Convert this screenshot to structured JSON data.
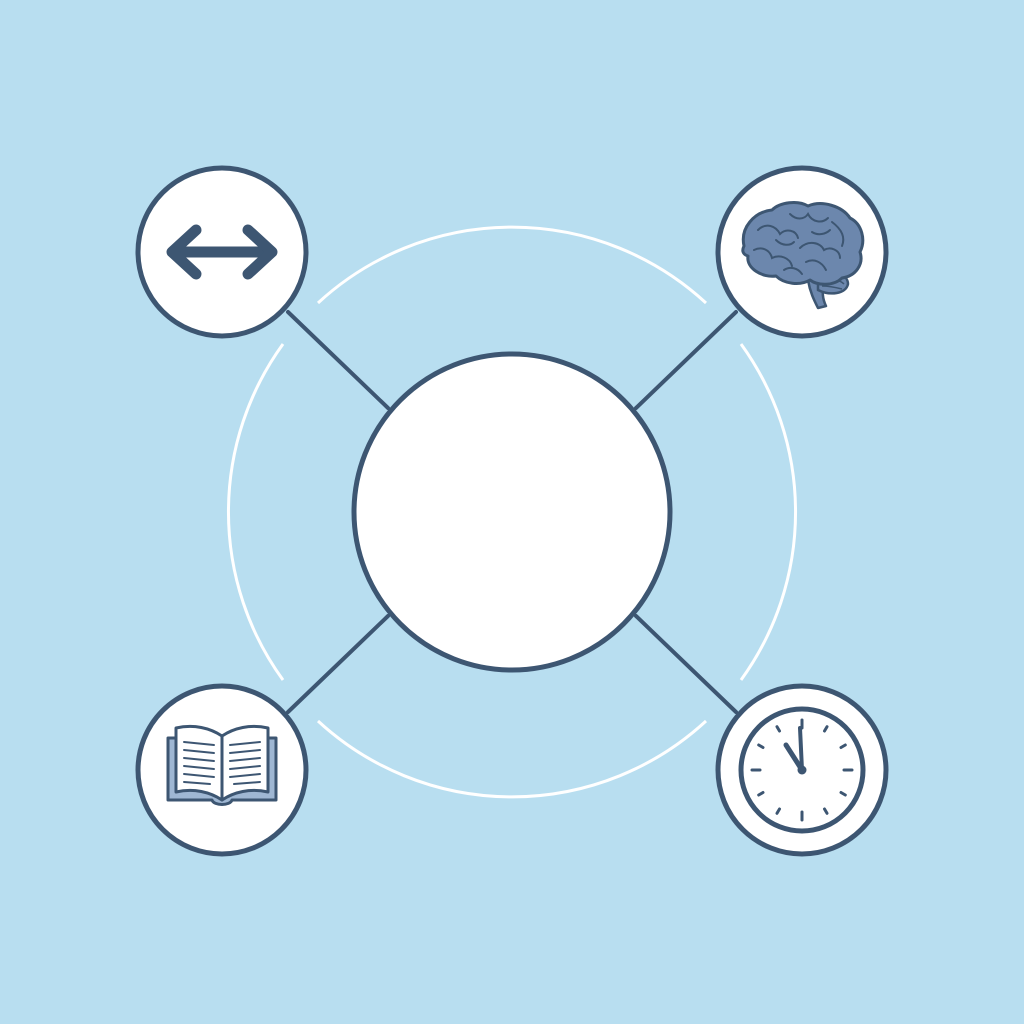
{
  "colors": {
    "background": "#b8def0",
    "stroke": "#3d5672",
    "node_fill": "#ffffff",
    "ring": "#ffffff",
    "icon_dark": "#3d5672",
    "icon_mid": "#6c87ad",
    "icon_light": "#9fb7d3"
  },
  "diagram": {
    "center_node": {
      "label": ""
    },
    "satellites": [
      {
        "id": "top-left",
        "icon": "double-arrow-icon"
      },
      {
        "id": "top-right",
        "icon": "brain-icon"
      },
      {
        "id": "bottom-left",
        "icon": "open-book-icon"
      },
      {
        "id": "bottom-right",
        "icon": "clock-icon"
      }
    ],
    "clock_time": "10:58"
  }
}
